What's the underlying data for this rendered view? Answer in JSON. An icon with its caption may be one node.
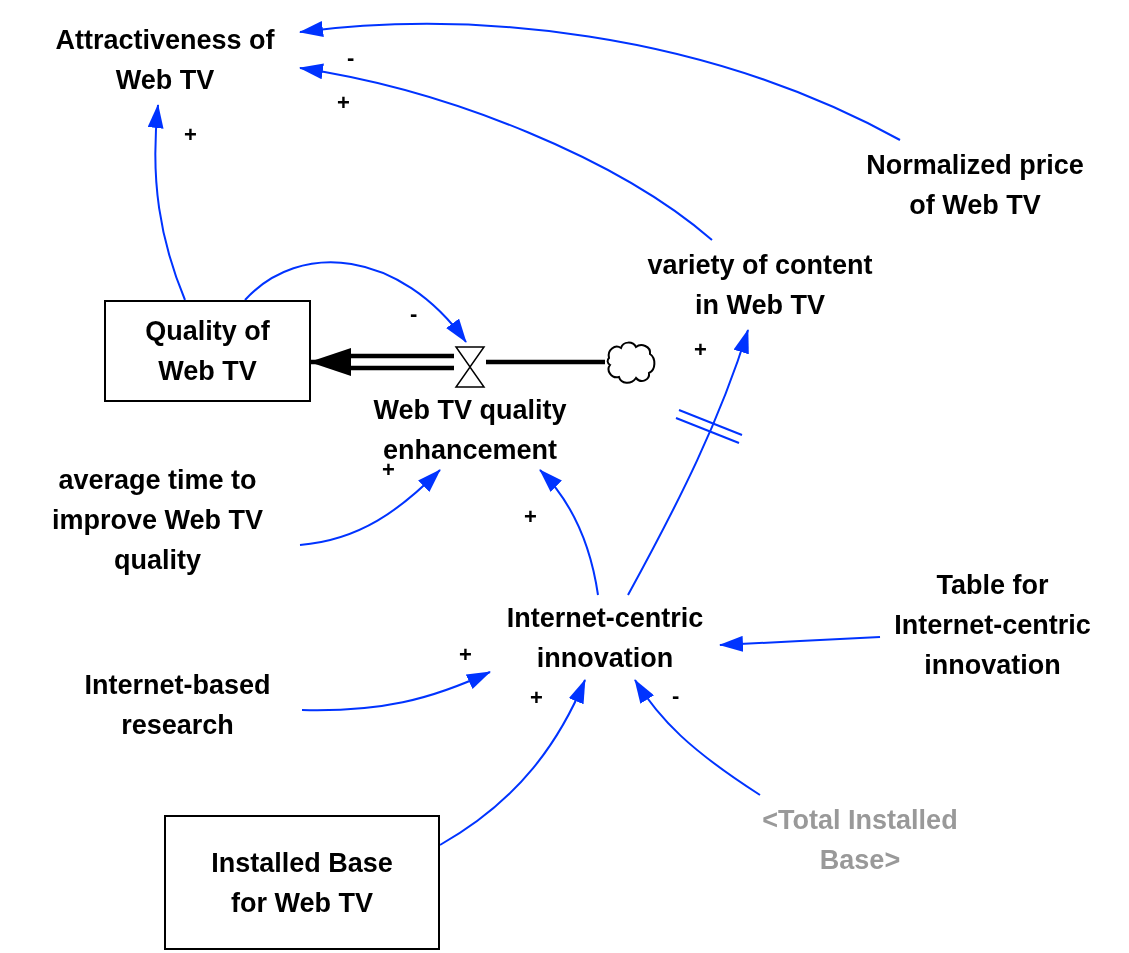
{
  "diagram": {
    "nodes": [
      {
        "text": [
          "Attractiveness of Web TV"
        ]
      },
      {
        "text": [
          "Normalized price of Web TV"
        ]
      },
      {
        "text": [
          "variety of content in Web TV"
        ]
      },
      {
        "text": [
          "Quality of Web TV"
        ]
      },
      {
        "text": [
          "Web TV quality enhancement"
        ]
      },
      {
        "text": [],
        "shape": "cloud"
      },
      {
        "text": [
          "average time to improve Web TV quality"
        ]
      },
      {
        "text": [
          "Internet-centric innovation"
        ]
      },
      {
        "text": [
          "Table for Internet-centric innovation"
        ]
      },
      {
        "text": [
          "Internet-based research"
        ]
      },
      {
        "text": [
          "Installed Base for Web TV"
        ]
      },
      {
        "text": [
          "<Total Installed Base>"
        ]
      }
    ],
    "edges": [
      {
        "from": 1,
        "to": 0,
        "arrow": "to",
        "label": "-"
      },
      {
        "from": 2,
        "to": 0,
        "arrow": "to",
        "label": "+"
      },
      {
        "from": 3,
        "to": 0,
        "arrow": "to",
        "label": "+"
      },
      {
        "from": 3,
        "to": 4,
        "arrow": "to",
        "label": "-"
      },
      {
        "from": 4,
        "to": 3,
        "arrow": "to",
        "style": "thick",
        "color": "#000000"
      },
      {
        "from": 6,
        "to": 4,
        "arrow": "to",
        "label": "+"
      },
      {
        "from": 7,
        "to": 4,
        "arrow": "to",
        "label": "+"
      },
      {
        "from": 7,
        "to": 2,
        "arrow": "to",
        "label": "+"
      },
      {
        "from": 8,
        "to": 7,
        "arrow": "to"
      },
      {
        "from": 9,
        "to": 7,
        "arrow": "to",
        "label": "+"
      },
      {
        "from": 10,
        "to": 7,
        "arrow": "to",
        "label": "+"
      },
      {
        "from": 11,
        "to": 7,
        "arrow": "to",
        "label": "-"
      },
      {
        "from": 5,
        "to": 4,
        "arrow": "none",
        "style": "thick",
        "color": "#000000"
      }
    ]
  }
}
